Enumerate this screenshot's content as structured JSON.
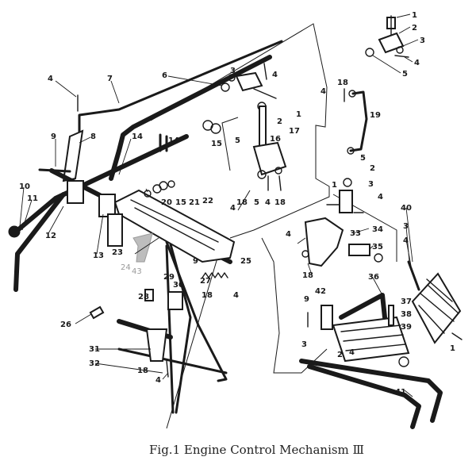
{
  "caption": "Fig.1 Engine Control Mechanism Ⅲ",
  "callouts": [
    {
      "id": "c1a",
      "text": "1"
    },
    {
      "id": "c2a",
      "text": "2"
    },
    {
      "id": "c3a",
      "text": "3"
    },
    {
      "id": "c4a",
      "text": "4"
    },
    {
      "id": "c5a",
      "text": "5"
    },
    {
      "id": "c4b",
      "text": "4"
    },
    {
      "id": "c7",
      "text": "7"
    },
    {
      "id": "c6",
      "text": "6"
    },
    {
      "id": "c3b",
      "text": "3"
    },
    {
      "id": "c4c",
      "text": "4"
    },
    {
      "id": "c1b",
      "text": "1"
    },
    {
      "id": "c2b",
      "text": "2"
    },
    {
      "id": "c5b",
      "text": "5"
    },
    {
      "id": "c4d",
      "text": "4"
    },
    {
      "id": "c18a",
      "text": "18"
    },
    {
      "id": "c19",
      "text": "19"
    },
    {
      "id": "c16",
      "text": "16"
    },
    {
      "id": "c17",
      "text": "17"
    },
    {
      "id": "c9a",
      "text": "9"
    },
    {
      "id": "c8",
      "text": "8"
    },
    {
      "id": "c14a",
      "text": "14"
    },
    {
      "id": "c14b",
      "text": "14"
    },
    {
      "id": "c15a",
      "text": "15"
    },
    {
      "id": "c10",
      "text": "10"
    },
    {
      "id": "c11",
      "text": "11"
    },
    {
      "id": "c12",
      "text": "12"
    },
    {
      "id": "c18b",
      "text": "18"
    },
    {
      "id": "c5c",
      "text": "5"
    },
    {
      "id": "c4e",
      "text": "4"
    },
    {
      "id": "c18c",
      "text": "18"
    },
    {
      "id": "c5d",
      "text": "5"
    },
    {
      "id": "c2c",
      "text": "2"
    },
    {
      "id": "c1c",
      "text": "1"
    },
    {
      "id": "c3c",
      "text": "3"
    },
    {
      "id": "c4f",
      "text": "4"
    },
    {
      "id": "c20",
      "text": "20"
    },
    {
      "id": "c15b",
      "text": "15"
    },
    {
      "id": "c21",
      "text": "21"
    },
    {
      "id": "c22",
      "text": "22"
    },
    {
      "id": "c13",
      "text": "13"
    },
    {
      "id": "c23",
      "text": "23"
    },
    {
      "id": "c24",
      "text": "24"
    },
    {
      "id": "c43",
      "text": "43"
    },
    {
      "id": "c4g",
      "text": "4"
    },
    {
      "id": "c9b",
      "text": "9"
    },
    {
      "id": "c25",
      "text": "25"
    },
    {
      "id": "c4h",
      "text": "4"
    },
    {
      "id": "c33",
      "text": "33"
    },
    {
      "id": "c34",
      "text": "34"
    },
    {
      "id": "c35",
      "text": "35"
    },
    {
      "id": "c18d",
      "text": "18"
    },
    {
      "id": "c40",
      "text": "40"
    },
    {
      "id": "c3d",
      "text": "3"
    },
    {
      "id": "c4i",
      "text": "4"
    },
    {
      "id": "c36",
      "text": "36"
    },
    {
      "id": "c29",
      "text": "29"
    },
    {
      "id": "c30",
      "text": "30"
    },
    {
      "id": "c28",
      "text": "28"
    },
    {
      "id": "c27",
      "text": "27"
    },
    {
      "id": "c18e",
      "text": "18"
    },
    {
      "id": "c4j",
      "text": "4"
    },
    {
      "id": "c26",
      "text": "26"
    },
    {
      "id": "c9c",
      "text": "9"
    },
    {
      "id": "c42",
      "text": "42"
    },
    {
      "id": "c37",
      "text": "37"
    },
    {
      "id": "c38",
      "text": "38"
    },
    {
      "id": "c39",
      "text": "39"
    },
    {
      "id": "c1d",
      "text": "1"
    },
    {
      "id": "c3e",
      "text": "3"
    },
    {
      "id": "c2d",
      "text": "2"
    },
    {
      "id": "c4k",
      "text": "4"
    },
    {
      "id": "c31",
      "text": "31"
    },
    {
      "id": "c32",
      "text": "32"
    },
    {
      "id": "c18f",
      "text": "18"
    },
    {
      "id": "c4l",
      "text": "4"
    },
    {
      "id": "c41",
      "text": "41"
    }
  ]
}
